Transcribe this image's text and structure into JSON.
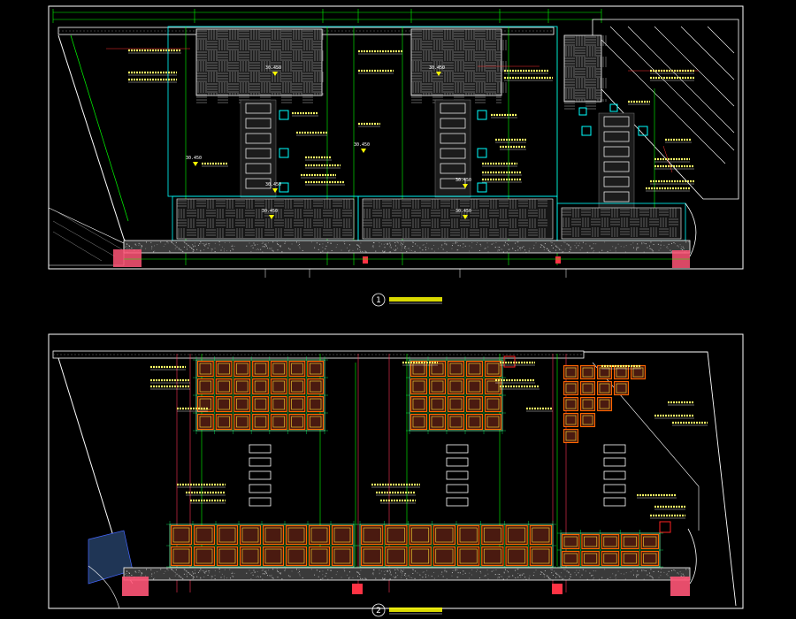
{
  "colors": {
    "background": "#000000",
    "outline": "#ffffff",
    "cyan": "#00ffff",
    "yellow": "#ffff00",
    "green": "#00ff00",
    "magenta": "#ff44aa",
    "red": "#ff3333",
    "blue": "#4466ff"
  },
  "drawings": [
    {
      "number": "1",
      "visible_labels": [
        "30.450",
        "30.450",
        "30.450",
        "30.450",
        "30.450",
        "30.450",
        "30.450",
        "30.450"
      ]
    },
    {
      "number": "2",
      "visible_labels": []
    }
  ]
}
